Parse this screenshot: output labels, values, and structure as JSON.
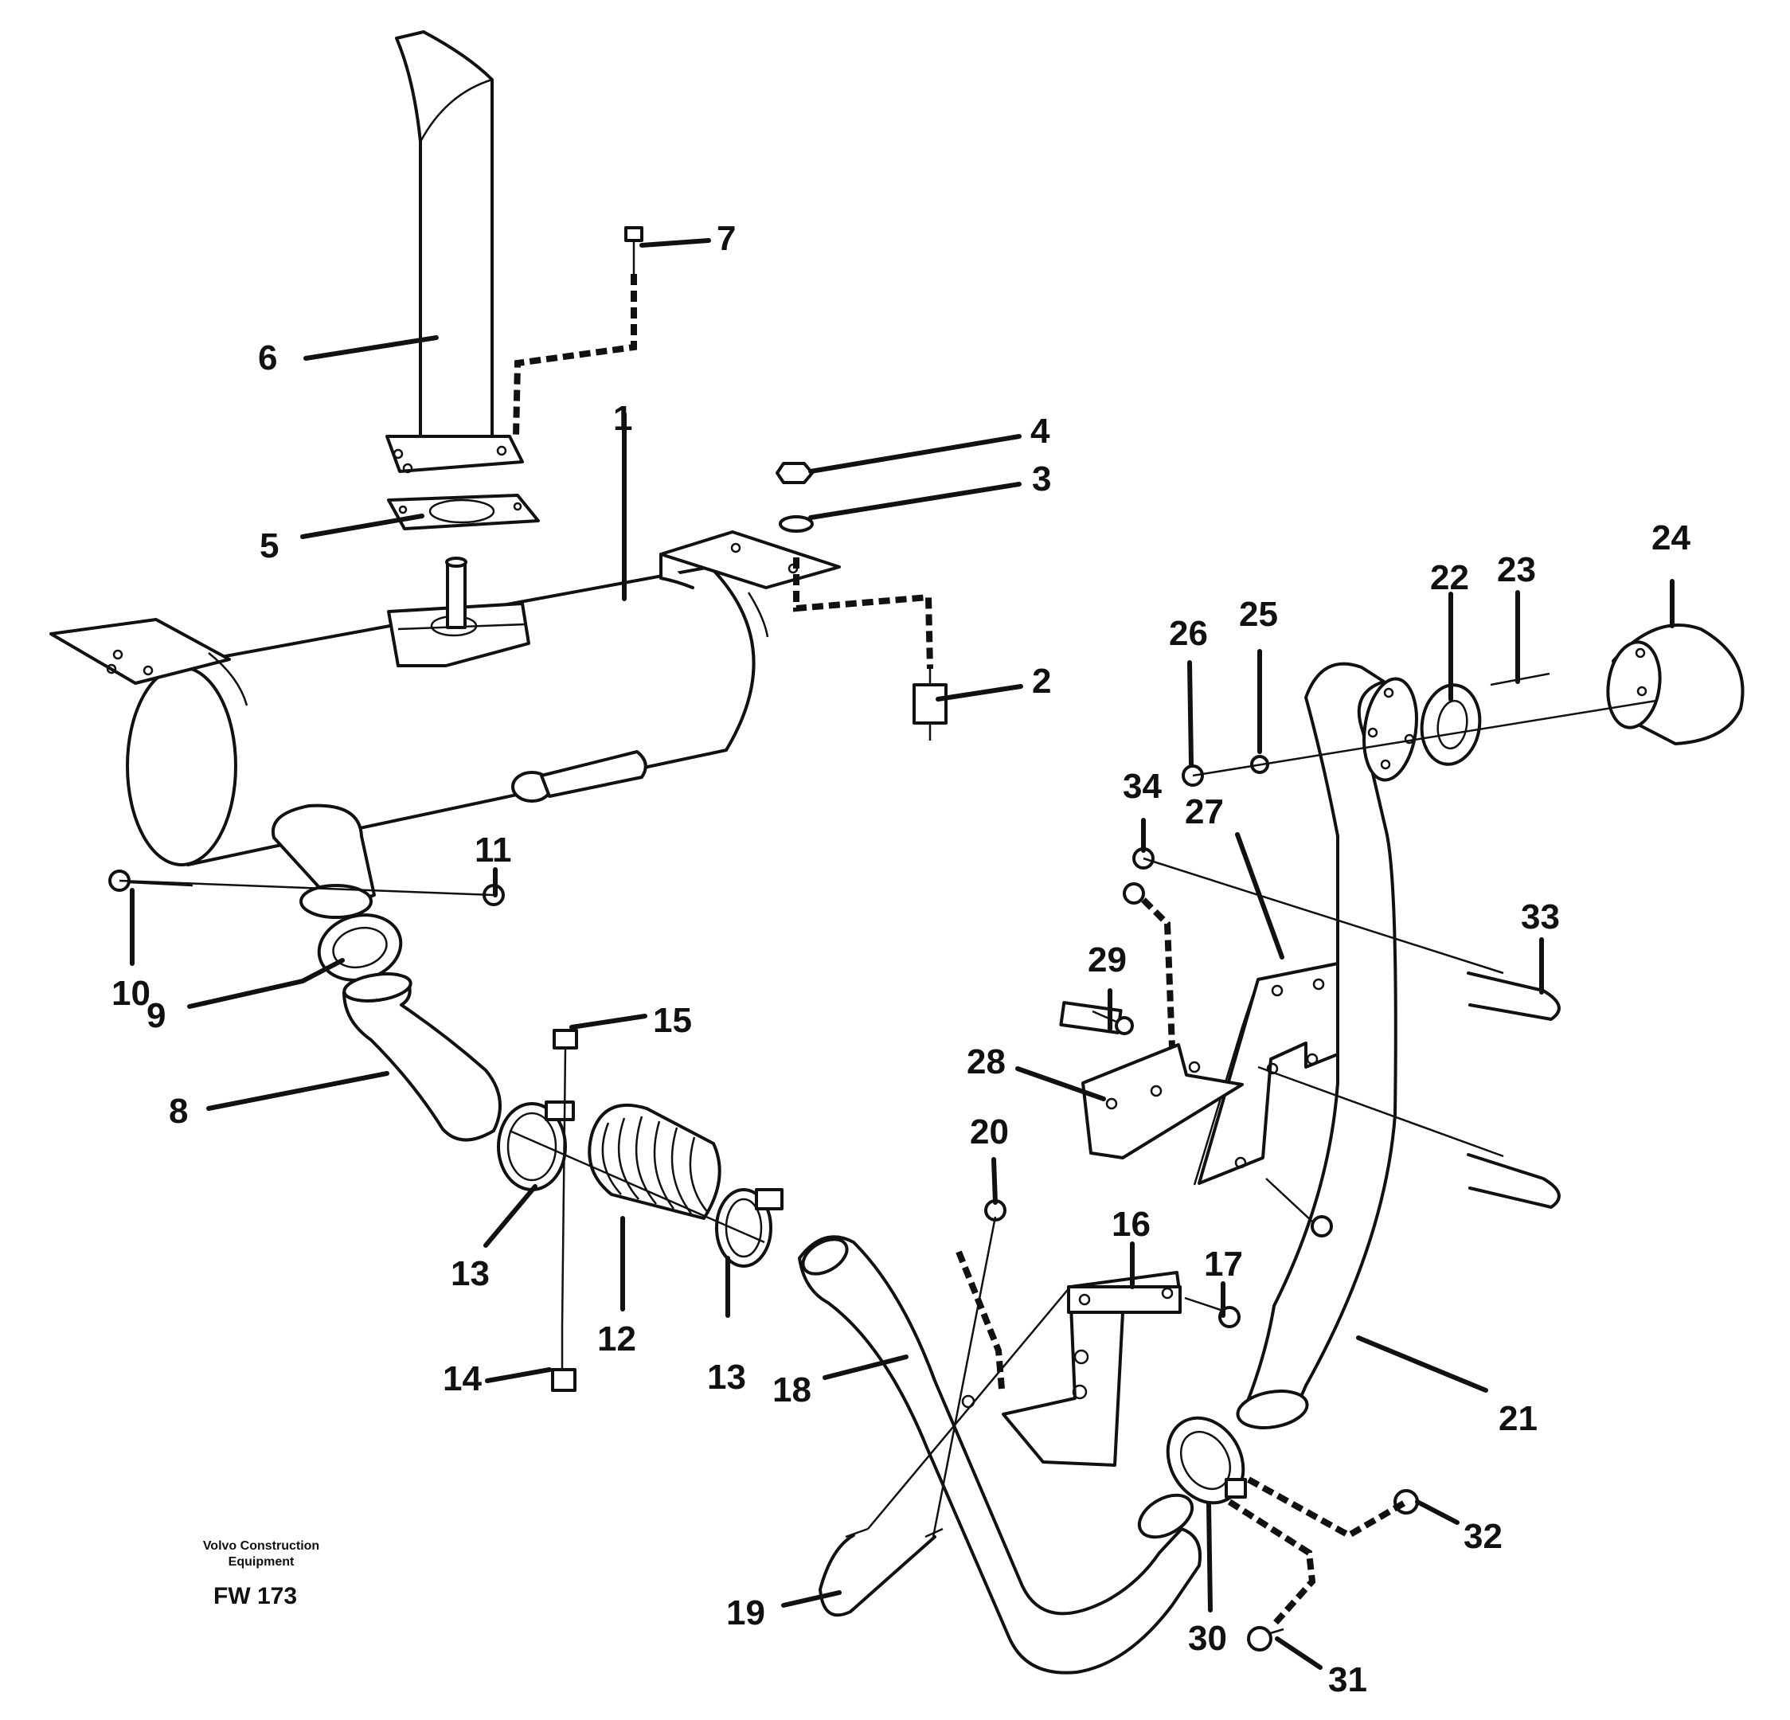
{
  "callouts": [
    {
      "label": "1"
    },
    {
      "label": "2"
    },
    {
      "label": "3"
    },
    {
      "label": "4"
    },
    {
      "label": "5"
    },
    {
      "label": "6"
    },
    {
      "label": "7"
    },
    {
      "label": "8"
    },
    {
      "label": "9"
    },
    {
      "label": "10"
    },
    {
      "label": "11"
    },
    {
      "label": "12"
    },
    {
      "label": "13"
    },
    {
      "label": "13"
    },
    {
      "label": "14"
    },
    {
      "label": "15"
    },
    {
      "label": "16"
    },
    {
      "label": "17"
    },
    {
      "label": "18"
    },
    {
      "label": "19"
    },
    {
      "label": "20"
    },
    {
      "label": "21"
    },
    {
      "label": "22"
    },
    {
      "label": "23"
    },
    {
      "label": "24"
    },
    {
      "label": "25"
    },
    {
      "label": "26"
    },
    {
      "label": "27"
    },
    {
      "label": "28"
    },
    {
      "label": "29"
    },
    {
      "label": "30"
    },
    {
      "label": "31"
    },
    {
      "label": "32"
    },
    {
      "label": "33"
    },
    {
      "label": "34"
    }
  ],
  "brand": {
    "line1": "Volvo Construction",
    "line2": "Equipment",
    "code": "FW 173"
  }
}
